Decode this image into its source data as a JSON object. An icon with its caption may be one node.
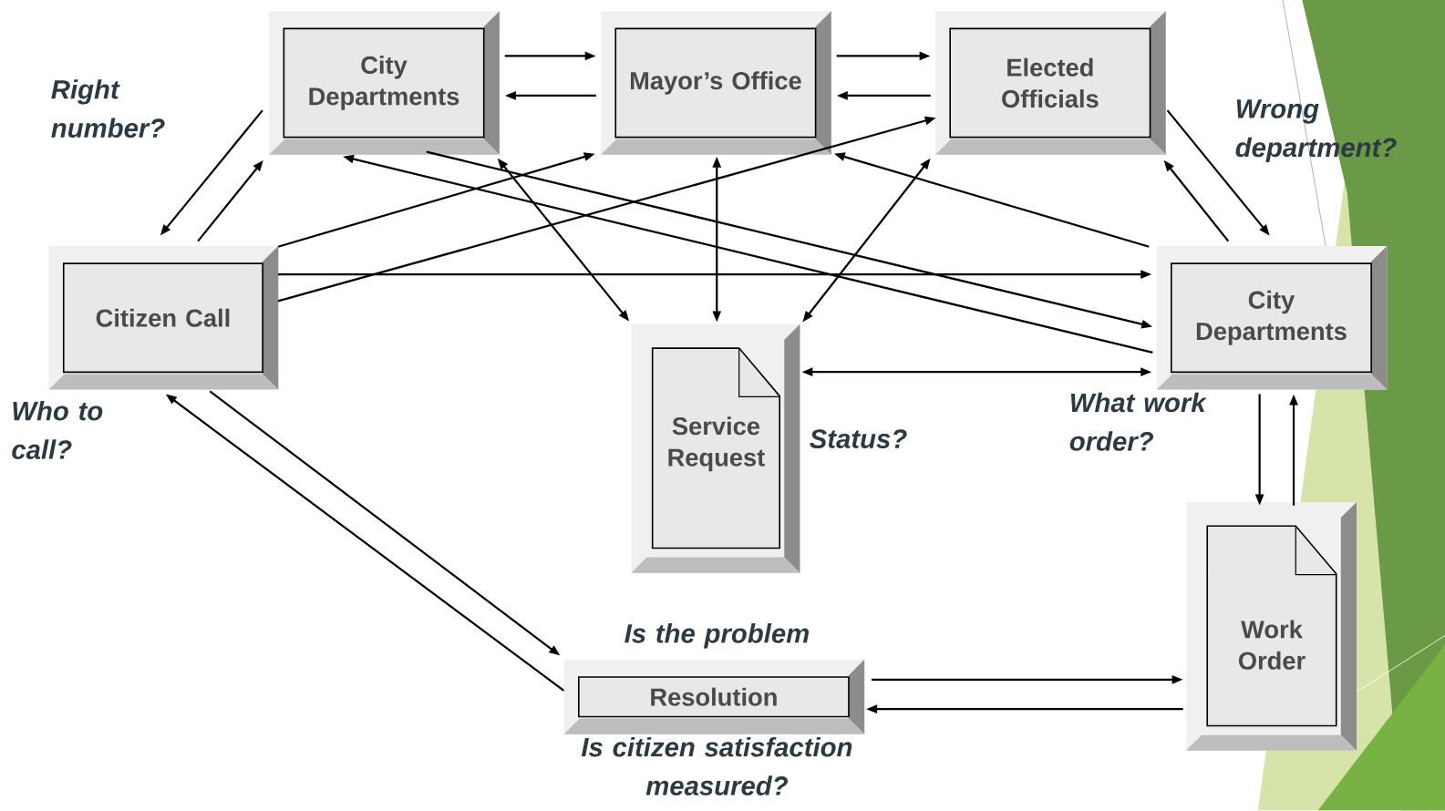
{
  "diagram": {
    "nodes": [
      {
        "text": [
          "City Departments"
        ]
      },
      {
        "text": [
          "Mayor’s Office"
        ]
      },
      {
        "text": [
          "Elected Officials"
        ]
      },
      {
        "text": [
          "Citizen Call"
        ],
        "beside": [
          "Who to call?"
        ]
      },
      {
        "text": [
          "City Departments"
        ],
        "beside": [
          "What work order?"
        ]
      },
      {
        "text": [
          "Service Request"
        ],
        "beside": [
          "Status?"
        ]
      },
      {
        "text": [
          "Work Order"
        ]
      },
      {
        "text": [
          "Resolution"
        ],
        "beside": [
          "Is the problem",
          "Is citizen satisfaction measured?"
        ]
      }
    ],
    "edges": [
      {
        "from": 0,
        "to": 1,
        "arrow": "to"
      },
      {
        "from": 1,
        "to": 0,
        "arrow": "to"
      },
      {
        "from": 1,
        "to": 2,
        "arrow": "to"
      },
      {
        "from": 2,
        "to": 1,
        "arrow": "to"
      },
      {
        "from": 0,
        "to": 3,
        "arrow": "to"
      },
      {
        "from": 3,
        "to": 0,
        "arrow": "to"
      },
      {
        "from": 2,
        "to": 4,
        "arrow": "to"
      },
      {
        "from": 4,
        "to": 2,
        "arrow": "to"
      },
      {
        "from": 3,
        "to": 1,
        "arrow": "to"
      },
      {
        "from": 3,
        "to": 2,
        "arrow": "to"
      },
      {
        "from": 3,
        "to": 4,
        "arrow": "to"
      },
      {
        "from": 0,
        "to": 4,
        "arrow": "to"
      },
      {
        "from": 4,
        "to": 0,
        "arrow": "to"
      },
      {
        "from": 0,
        "to": 5,
        "arrow": "both"
      },
      {
        "from": 1,
        "to": 5,
        "arrow": "both"
      },
      {
        "from": 2,
        "to": 5,
        "arrow": "both"
      },
      {
        "from": 4,
        "to": 1,
        "arrow": "to"
      },
      {
        "from": 5,
        "to": 4,
        "arrow": "both"
      },
      {
        "from": 4,
        "to": 6,
        "arrow": "to"
      },
      {
        "from": 6,
        "to": 4,
        "arrow": "to"
      },
      {
        "from": 7,
        "to": 6,
        "arrow": "to"
      },
      {
        "from": 6,
        "to": 7,
        "arrow": "to"
      },
      {
        "from": 3,
        "to": 7,
        "arrow": "to"
      },
      {
        "from": 7,
        "to": 3,
        "arrow": "to"
      }
    ],
    "labels": [
      "Right number?",
      "Wrong department?"
    ]
  }
}
